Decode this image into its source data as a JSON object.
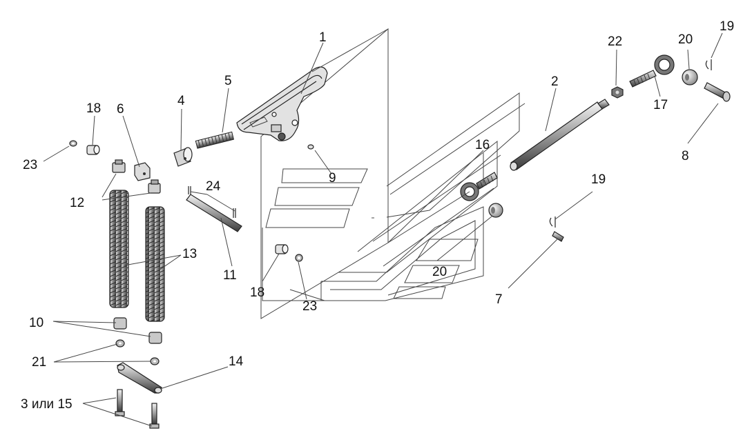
{
  "callouts": {
    "c1": "1",
    "c2": "2",
    "c3_15": "3 или 15",
    "c4": "4",
    "c5": "5",
    "c6": "6",
    "c7": "7",
    "c8": "8",
    "c9": "9",
    "c10": "10",
    "c11": "11",
    "c12": "12",
    "c13": "13",
    "c14": "14",
    "c16": "16",
    "c17": "17",
    "c18a": "18",
    "c18b": "18",
    "c19a": "19",
    "c19b": "19",
    "c20a": "20",
    "c20b": "20",
    "c21": "21",
    "c22": "22",
    "c23a": "23",
    "c23b": "23",
    "c24": "24"
  },
  "colors": {
    "line": "#222222",
    "panel": "#ffffff",
    "part_fill": "#e6e6e6",
    "dark": "#555555"
  }
}
